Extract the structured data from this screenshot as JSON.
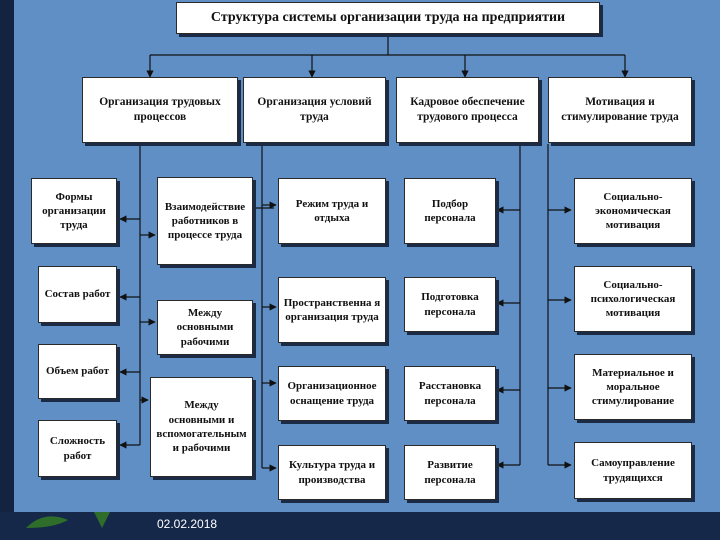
{
  "title": "Структура системы организации труда на предприятии",
  "categories": [
    {
      "id": "labor-processes",
      "label": "Организация трудовых процессов"
    },
    {
      "id": "work-conditions",
      "label": "Организация условий труда"
    },
    {
      "id": "staffing",
      "label": "Кадровое обеспечение трудового процесса"
    },
    {
      "id": "motivation",
      "label": "Мотивация и стимулирование труда"
    }
  ],
  "col1": [
    {
      "label": "Формы организации труда"
    },
    {
      "label": "Состав работ"
    },
    {
      "label": "Объем работ"
    },
    {
      "label": "Сложность работ"
    }
  ],
  "col2": [
    {
      "label": "Взаимодействие работников в процессе труда"
    },
    {
      "label": "Между основными рабочими"
    },
    {
      "label": "Между основными и вспомогательным и рабочими"
    }
  ],
  "col3": [
    {
      "label": "Режим труда и отдыха"
    },
    {
      "label": "Пространственна я организация труда"
    },
    {
      "label": "Организационное оснащение труда"
    },
    {
      "label": "Культура труда и производства"
    }
  ],
  "col4": [
    {
      "label": "Подбор персонала"
    },
    {
      "label": "Подготовка персонала"
    },
    {
      "label": "Расстановка персонала"
    },
    {
      "label": "Развитие персонала"
    }
  ],
  "col5": [
    {
      "label": "Социально-экономическая мотивация"
    },
    {
      "label": "Социально-психологическая мотивация"
    },
    {
      "label": "Материальное и моральное стимулирование"
    },
    {
      "label": "Самоуправление трудящихся"
    }
  ],
  "footer": {
    "date": "02.02.2018"
  },
  "colors": {
    "background": "#5f8fc4",
    "band": "#16284a",
    "box": "#ffffff",
    "line": "#111111"
  }
}
